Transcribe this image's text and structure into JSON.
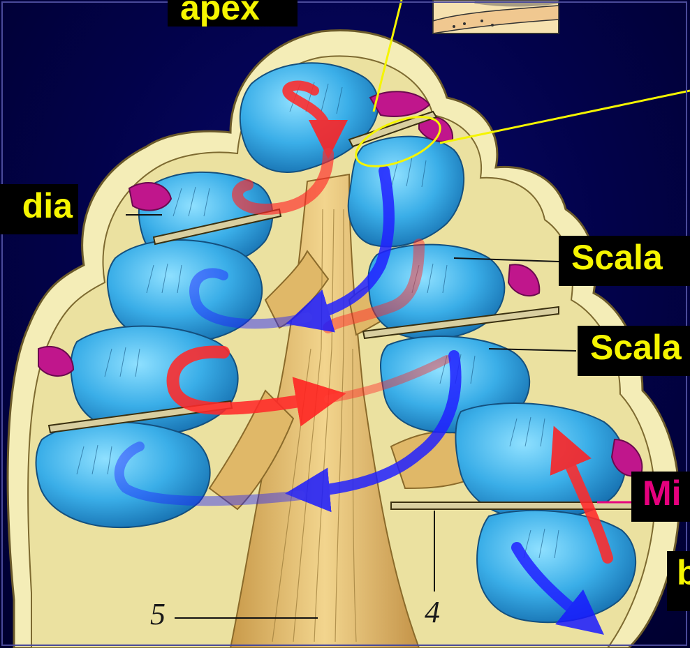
{
  "labels": {
    "apex": "apex",
    "media": "dia",
    "scala_vestibuli": "Scala",
    "scala_tympani": "Scala",
    "middle": "Mi",
    "base": "b"
  },
  "numbers": {
    "n5": "5",
    "n4": "4"
  },
  "colors": {
    "label_text": "#f5f500",
    "label_text_magenta": "#e6007e",
    "label_bg": "#000000",
    "scala_blue": "#3aaee8",
    "bone": "#e8c272",
    "membrane": "#f6efb8",
    "organ": "#c0168c",
    "flow_red": "#ff2a2a",
    "flow_blue": "#2a2aff",
    "callout": "#f5f500",
    "background": "#02024a"
  }
}
